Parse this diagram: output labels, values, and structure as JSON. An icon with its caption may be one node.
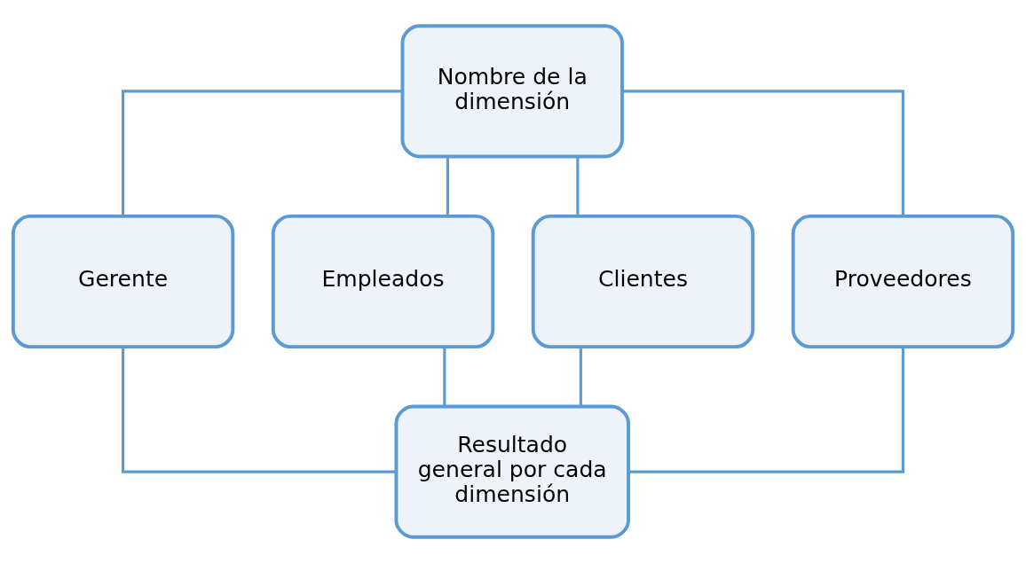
{
  "diagram": {
    "nodes": [
      {
        "text": [
          "Nombre de la dimensión"
        ]
      },
      {
        "text": [
          "Gerente"
        ]
      },
      {
        "text": [
          "Empleados"
        ]
      },
      {
        "text": [
          "Clientes"
        ]
      },
      {
        "text": [
          "Proveedores"
        ]
      },
      {
        "text": [
          "Resultado general por cada dimensión"
        ]
      }
    ],
    "edges": [
      {
        "from": 0,
        "to": 1,
        "arrow": "none"
      },
      {
        "from": 0,
        "to": 2,
        "arrow": "none"
      },
      {
        "from": 0,
        "to": 3,
        "arrow": "none"
      },
      {
        "from": 0,
        "to": 4,
        "arrow": "none"
      },
      {
        "from": 1,
        "to": 5,
        "arrow": "none"
      },
      {
        "from": 2,
        "to": 5,
        "arrow": "none"
      },
      {
        "from": 3,
        "to": 5,
        "arrow": "none"
      },
      {
        "from": 4,
        "to": 5,
        "arrow": "none"
      }
    ]
  }
}
